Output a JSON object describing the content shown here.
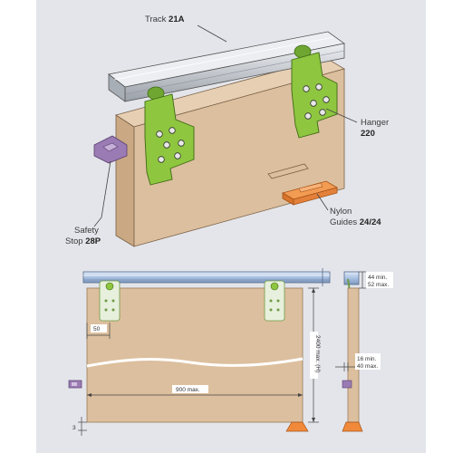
{
  "labels": {
    "track_text": "Track ",
    "track_code": "21A",
    "hanger_text": "Hanger",
    "hanger_code": "220",
    "nylon_line1": "Nylon",
    "nylon_line2_text": "Guides ",
    "nylon_line2_code": "24/24",
    "safety_line1": "Safety",
    "safety_line2_text": "Stop ",
    "safety_line2_code": "28P"
  },
  "dimensions": {
    "offset_50": "50",
    "width_900": "900 max.",
    "height_2400": "2400 max. (H)",
    "gap_3": "3",
    "track_h_min": "44 min.",
    "track_h_max": "52 max.",
    "side_min": "16 min.",
    "side_max": "40 max."
  },
  "colors": {
    "background": "#e3e5ea",
    "door": "#dcbf9e",
    "door_side": "#c9a883",
    "hanger": "#8ec63f",
    "track": "#c2c6cc",
    "nylon_guide": "#f08a3a",
    "safety_stop": "#9b7bb3"
  }
}
